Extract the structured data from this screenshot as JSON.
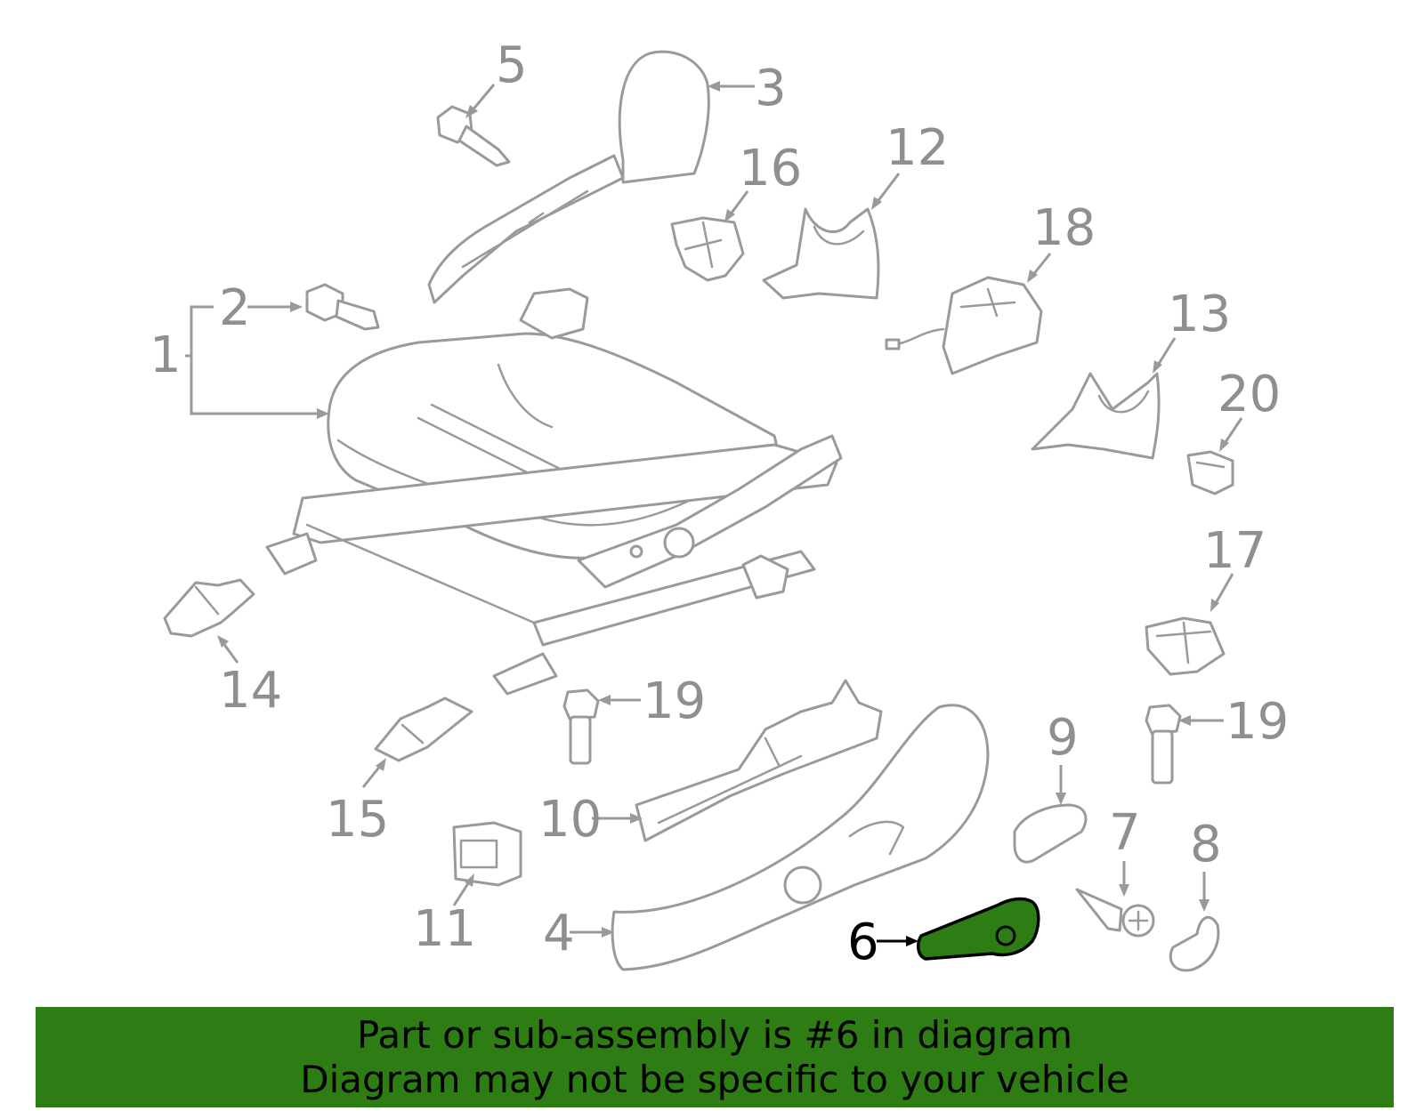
{
  "diagram": {
    "highlight_color": "#2e7d14",
    "highlighted_part": "6",
    "callouts": [
      {
        "id": "c1",
        "label": "1"
      },
      {
        "id": "c2",
        "label": "2"
      },
      {
        "id": "c3",
        "label": "3"
      },
      {
        "id": "c4",
        "label": "4"
      },
      {
        "id": "c5",
        "label": "5"
      },
      {
        "id": "c6",
        "label": "6"
      },
      {
        "id": "c7",
        "label": "7"
      },
      {
        "id": "c8",
        "label": "8"
      },
      {
        "id": "c9",
        "label": "9"
      },
      {
        "id": "c10",
        "label": "10"
      },
      {
        "id": "c11",
        "label": "11"
      },
      {
        "id": "c12",
        "label": "12"
      },
      {
        "id": "c13",
        "label": "13"
      },
      {
        "id": "c14",
        "label": "14"
      },
      {
        "id": "c15",
        "label": "15"
      },
      {
        "id": "c16",
        "label": "16"
      },
      {
        "id": "c17",
        "label": "17"
      },
      {
        "id": "c18",
        "label": "18"
      },
      {
        "id": "c19a",
        "label": "19"
      },
      {
        "id": "c19b",
        "label": "19"
      },
      {
        "id": "c20",
        "label": "20"
      }
    ]
  },
  "banner": {
    "line1": "Part or sub-assembly is #6 in diagram",
    "line2": "Diagram may not be specific to your vehicle",
    "background": "#2e7d14"
  }
}
